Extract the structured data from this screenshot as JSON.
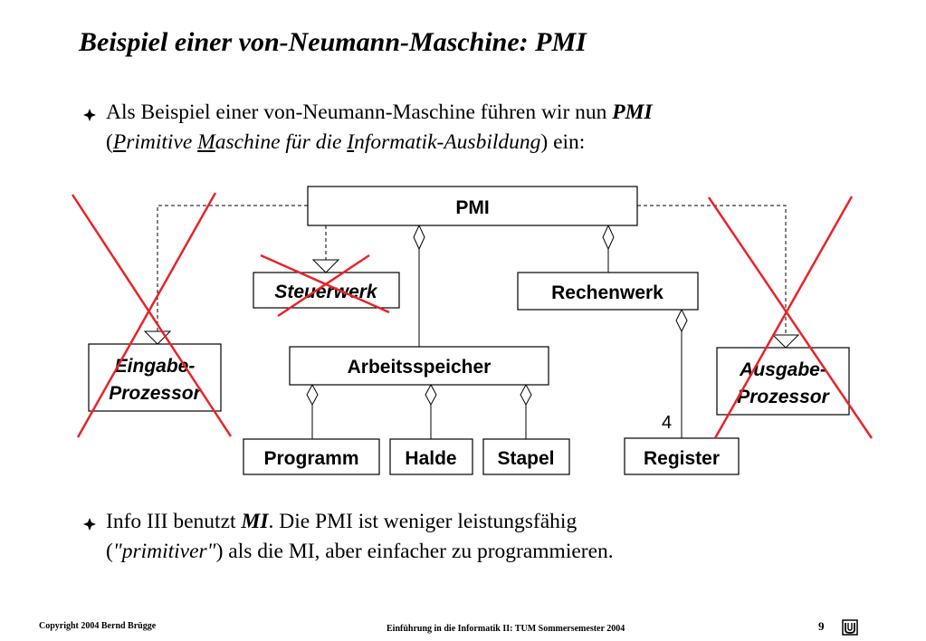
{
  "title": "Beispiel einer von-Neumann-Maschine: PMI",
  "bullet1": {
    "text_a": "Als Beispiel einer von-Neumann-Maschine führen wir nun ",
    "text_b": "PMI",
    "open_paren": "(",
    "p_initial": "P",
    "p_rest": "rimitive ",
    "m_initial": "M",
    "m_rest": "aschine für die ",
    "i_initial": "I",
    "i_rest": "nformatik-Ausbildung",
    "close_text": ") ein:"
  },
  "bullet2": {
    "text_a": "Info III benutzt ",
    "text_b": "MI",
    "text_c": ". Die PMI ist weniger leistungsfähig",
    "open_paren": "(",
    "quote": "\"primitiver\"",
    "close_text": ") als die MI, aber einfacher zu programmieren."
  },
  "diagram": {
    "pmi": "PMI",
    "steuerwerk": "Steuerwerk",
    "rechenwerk": "Rechenwerk",
    "eingabe_1": "Eingabe-",
    "eingabe_2": "Prozessor",
    "ausgabe_1": "Ausgabe-",
    "ausgabe_2": "Prozessor",
    "arbeitsspeicher": "Arbeitsspeicher",
    "programm": "Programm",
    "halde": "Halde",
    "stapel": "Stapel",
    "register": "Register",
    "multiplicity": "4",
    "strike_color": "#e8232a"
  },
  "footer": {
    "copyright": "Copyright  2004  Bernd Brügge",
    "course": "Einführung in die Informatik II:  TUM Sommersemester 2004",
    "page": "9",
    "logo_icon": "tum-logo-icon"
  }
}
